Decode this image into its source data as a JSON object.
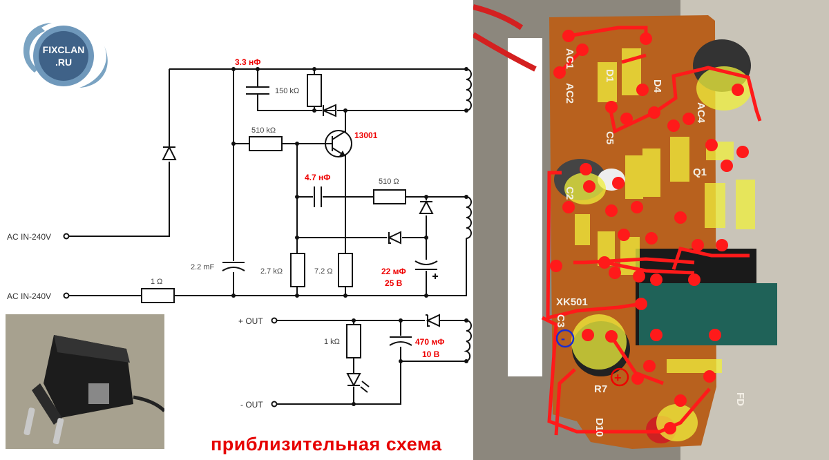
{
  "logo": {
    "line1": "FIXCLAN",
    "line2": ".RU"
  },
  "schematic": {
    "terminals": {
      "ac_in_top": "AC IN-240V",
      "ac_in_bottom": "AC IN-240V",
      "out_plus": "+ OUT",
      "out_minus": "- OUT"
    },
    "components": {
      "c_snubber": "3.3 нФ",
      "r_snubber": "150 kΩ",
      "r_start": "510 kΩ",
      "transistor": "13001",
      "c_feedback": "4.7 нФ",
      "r_feedback": "510 Ω",
      "c_main": "2.2 mF",
      "r_base": "2.7 kΩ",
      "r_emitter": "7.2 Ω",
      "c_aux_value": "22 мФ",
      "c_aux_voltage": "25 В",
      "r_input": "1 Ω",
      "r_led": "1 kΩ",
      "c_out_value": "470 мФ",
      "c_out_voltage": "10 В"
    }
  },
  "caption": "приблизительная схема",
  "pcb_labels": {
    "ac1": "AC1",
    "ac2": "AC2",
    "d1": "D1",
    "d4": "D4",
    "ac4": "AC4",
    "c5": "C5",
    "c2": "C2",
    "q1": "Q1",
    "model": "XK501",
    "c3": "C3",
    "r7": "R7",
    "fd": "FD",
    "d10": "D10",
    "minus": "-",
    "plus": "+"
  },
  "colors": {
    "trace": "#ff1a1a",
    "highlight": "#f0f03c",
    "pcb": "#b8611e",
    "caption": "#e60000",
    "component_label": "#e00000",
    "logo": "#3f6288"
  }
}
